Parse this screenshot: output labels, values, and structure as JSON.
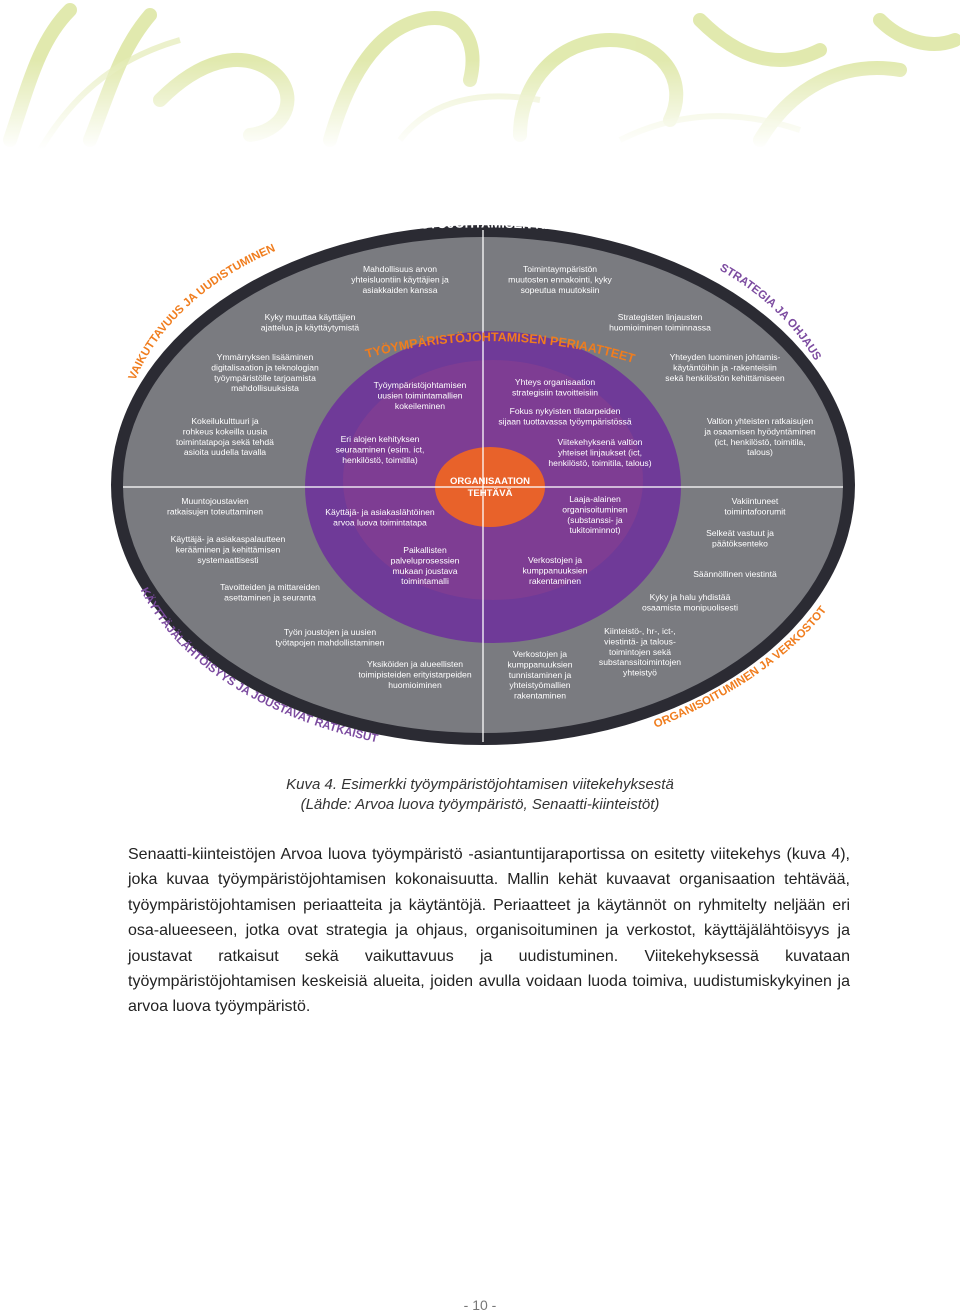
{
  "diagram": {
    "top_heading": "TYÖYMPÄRISTÖJOHTAMISEN KÄYTÄNNÖT",
    "inner_heading": "TYÖYMPÄRISTÖJOHTAMISEN PERIAATTEET",
    "center": [
      "ORGANISAATION",
      "TEHTÄVÄ"
    ],
    "ring_labels": {
      "upper_left": "VAIKUTTAVUUS JA UUDISTUMINEN",
      "upper_right": "STRATEGIA JA OHJAUS",
      "lower_left": "KÄYTTÄJÄLÄHTÖISYYS JA JOUSTAVAT RATKAISUT",
      "lower_right": "ORGANISOITUMINEN JA VERKOSTOT"
    },
    "practices": {
      "p1": [
        "Mahdollisuus arvon",
        "yhteisluontiin käyttäjien ja",
        "asiakkaiden kanssa"
      ],
      "p2": [
        "Toimintaympäristön",
        "muutosten ennakointi, kyky",
        "sopeutua muutoksiin"
      ],
      "p3": [
        "Kyky muuttaa käyttäjien",
        "ajattelua ja käyttäytymistä"
      ],
      "p4": [
        "Strategisten linjausten",
        "huomioiminen toiminnassa"
      ],
      "p5": [
        "Ymmärryksen lisääminen",
        "digitalisaation ja teknologian",
        "työympäristölle tarjoamista",
        "mahdollisuuksista"
      ],
      "p6": [
        "Yhteyden luominen johtamis-",
        "käytäntöihin ja -rakenteisiin",
        "sekä henkilöstön kehittämiseen"
      ],
      "p7": [
        "Kokeilukulttuuri ja",
        "rohkeus kokeilla uusia",
        "toimintatapoja sekä tehdä",
        "asioita uudella tavalla"
      ],
      "p8": [
        "Valtion yhteisten ratkaisujen",
        "ja osaamisen hyödyntäminen",
        "(ict, henkilöstö, toimitila,",
        "talous)"
      ],
      "p9": [
        "Muuntojoustavien",
        "ratkaisujen toteuttaminen"
      ],
      "p10": [
        "Vakiintuneet",
        "toimintafoorumit"
      ],
      "p11": [
        "Käyttäjä- ja asiakaspalautteen",
        "kerääminen ja kehittämisen",
        "systemaattisesti"
      ],
      "p12": [
        "Selkeät vastuut ja",
        "päätöksenteko"
      ],
      "p13": [
        "Säännöllinen viestintä"
      ],
      "p14": [
        "Tavoitteiden ja mittareiden",
        "asettaminen ja seuranta"
      ],
      "p15": [
        "Kyky ja halu yhdistää",
        "osaamista monipuolisesti"
      ],
      "p16": [
        "Työn joustojen ja uusien",
        "työtapojen mahdollistaminen"
      ],
      "p17": [
        "Kiinteistö-, hr-, ict-,",
        "viestintä- ja talous-",
        "toimintojen sekä",
        "substanssitoimintojen",
        "yhteistyö"
      ],
      "p18": [
        "Yksiköiden ja alueellisten",
        "toimipisteiden erityistarpeiden",
        "huomioiminen"
      ],
      "p19": [
        "Verkostojen ja",
        "kumppanuuksien",
        "tunnistaminen ja",
        "yhteistyömallien",
        "rakentaminen"
      ]
    },
    "principles": {
      "q1": [
        "Työympäristöjohtamisen",
        "uusien toimintamallien",
        "kokeileminen"
      ],
      "q2": [
        "Yhteys organisaation",
        "strategisiin tavoitteisiin"
      ],
      "q3": [
        "Eri alojen kehityksen",
        "seuraaminen (esim. ict,",
        "henkilöstö, toimitila)"
      ],
      "q4": [
        "Fokus nykyisten tilatarpeiden",
        "sijaan tuottavassa työympäristössä"
      ],
      "q5": [
        "Viitekehyksenä valtion",
        "yhteiset linjaukset (ict,",
        "henkilöstö, toimitila, talous)"
      ],
      "q6": [
        "Käyttäjä- ja asiakaslähtöinen",
        "arvoa luova toimintatapa"
      ],
      "q7": [
        "Laaja-alainen",
        "organisoituminen",
        "(substanssi- ja",
        "tukitoiminnot)"
      ],
      "q8": [
        "Paikallisten",
        "palveluprosessien",
        "mukaan joustava",
        "toimintamalli"
      ],
      "q9": [
        "Verkostojen ja",
        "kumppanuuksien",
        "rakentaminen"
      ]
    }
  },
  "caption": {
    "line1": "Kuva 4. Esimerkki työympäristöjohtamisen viitekehyksestä",
    "line2": "(Lähde: Arvoa luova työympäristö, Senaatti-kiinteistöt)"
  },
  "body": {
    "paragraph": "Senaatti-kiinteistöjen Arvoa luova työympäristö -asiantuntijaraportissa on esitetty viitekehys (kuva 4), joka kuvaa työympäristöjohtamisen kokonaisuutta. Mallin kehät kuvaavat organisaation tehtävää, työympäristöjohtamisen periaatteita ja käytäntöjä. Periaatteet ja käytännöt on ryhmitelty neljään eri osa-alueeseen, jotka ovat strategia ja ohjaus, organisoituminen ja verkostot, käyttäjälähtöisyys ja joustavat ratkaisut sekä vaikuttavuus ja uudistuminen. Viitekehyksessä kuvataan työympäristöjohtamisen keskeisiä alueita, joiden avulla voidaan luoda toimiva, uudistumiskykyinen ja arvoa luova työympäristö."
  },
  "page_number": "- 10 -",
  "colors": {
    "outer_ring": "#2b2b33",
    "practices_ring": "#7a7b80",
    "principles": "#6f3a98",
    "core": "#e8622a",
    "label_orange": "#f07d1e",
    "label_purple": "#7c4ba0",
    "decor_green": "#c7d76b"
  }
}
